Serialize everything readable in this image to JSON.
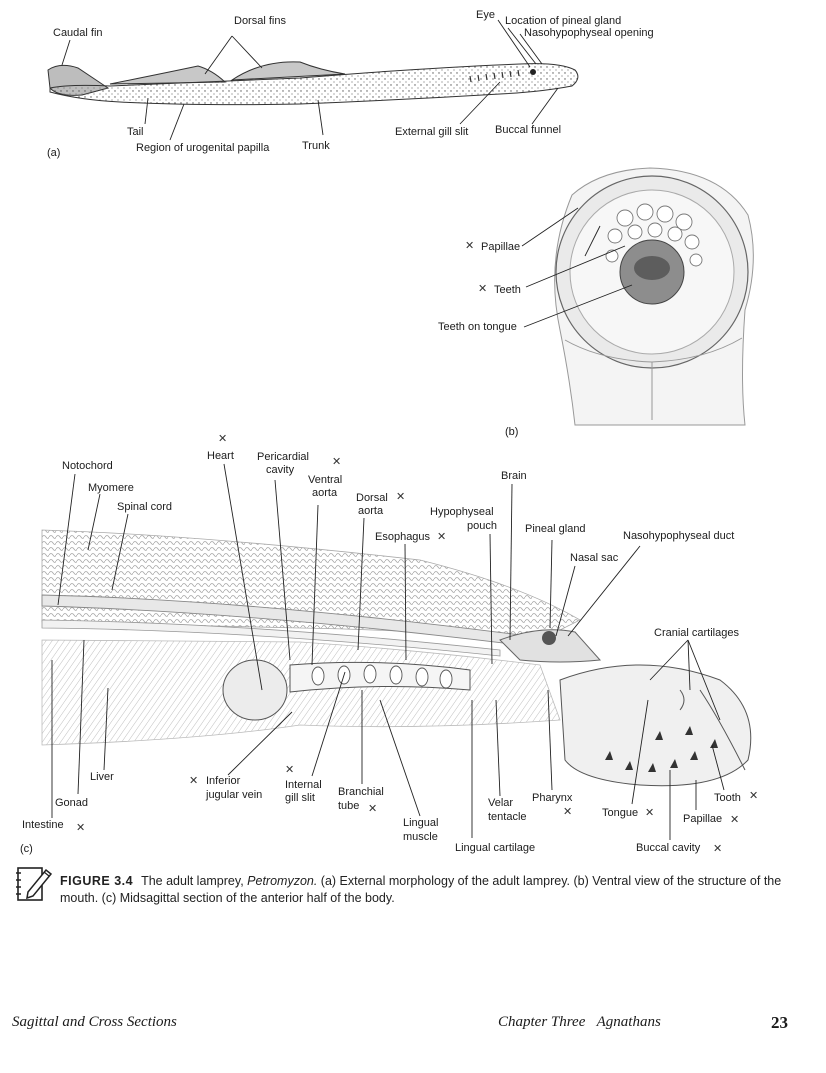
{
  "panel_a": {
    "tag": "(a)",
    "labels": {
      "caudal_fin": "Caudal fin",
      "dorsal_fins": "Dorsal fins",
      "eye": "Eye",
      "pineal": "Location of pineal gland",
      "nasohypophyseal_opening": "Nasohypophyseal opening",
      "tail": "Tail",
      "urogenital": "Region of urogenital papilla",
      "trunk": "Trunk",
      "external_gill_slit": "External gill slit",
      "buccal_funnel": "Buccal funnel"
    }
  },
  "panel_b": {
    "tag": "(b)",
    "labels": {
      "papillae": "Papillae",
      "teeth": "Teeth",
      "teeth_on_tongue": "Teeth on tongue"
    }
  },
  "panel_c": {
    "tag": "(c)",
    "labels": {
      "notochord": "Notochord",
      "myomere": "Myomere",
      "spinal_cord": "Spinal cord",
      "heart": "Heart",
      "pericardial_cavity_1": "Pericardial",
      "pericardial_cavity_2": "cavity",
      "ventral_aorta_1": "Ventral",
      "ventral_aorta_2": "aorta",
      "dorsal_aorta_1": "Dorsal",
      "dorsal_aorta_2": "aorta",
      "esophagus": "Esophagus",
      "hypophyseal_pouch_1": "Hypophyseal",
      "hypophyseal_pouch_2": "pouch",
      "brain": "Brain",
      "pineal_gland": "Pineal gland",
      "nasal_sac": "Nasal sac",
      "nasohypophyseal_duct": "Nasohypophyseal duct",
      "cranial_cartilages": "Cranial cartilages",
      "liver": "Liver",
      "gonad": "Gonad",
      "intestine": "Intestine",
      "inferior_jugular_vein_1": "Inferior",
      "inferior_jugular_vein_2": "jugular vein",
      "internal_gill_slit_1": "Internal",
      "internal_gill_slit_2": "gill slit",
      "branchial_tube_1": "Branchial",
      "branchial_tube_2": "tube",
      "lingual_muscle_1": "Lingual",
      "lingual_muscle_2": "muscle",
      "lingual_cartilage": "Lingual cartilage",
      "velar_tentacle_1": "Velar",
      "velar_tentacle_2": "tentacle",
      "pharynx": "Pharynx",
      "tongue": "Tongue",
      "papillae": "Papillae",
      "tooth": "Tooth",
      "buccal_cavity": "Buccal cavity"
    }
  },
  "caption": {
    "figure_number": "FIGURE 3.4",
    "text_before": "The adult lamprey, ",
    "genus": "Petromyzon.",
    "text_after": " (a) External morphology of the adult lamprey. (b) Ventral view of the structure of the mouth. (c) Midsagittal section of the anterior half of the body."
  },
  "footer": {
    "left": "Sagittal and Cross Sections",
    "chapter": "Chapter Three",
    "section": "Agnathans",
    "page": "23"
  }
}
